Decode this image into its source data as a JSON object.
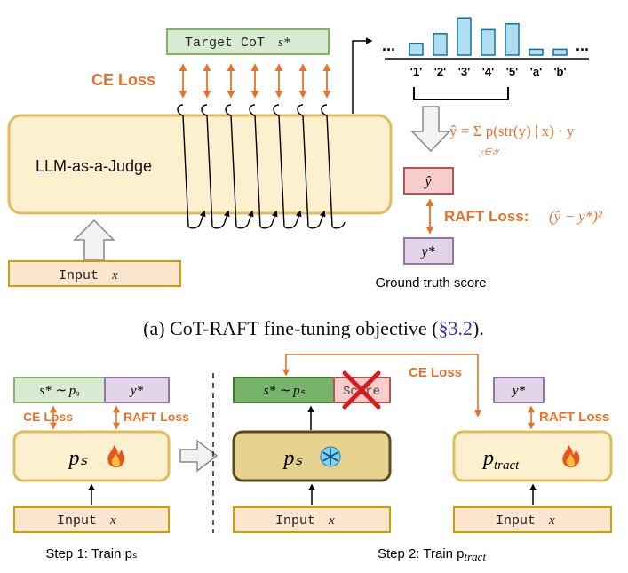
{
  "top": {
    "target_cot_label": "Target CoT",
    "target_cot_symbol": "s*",
    "ce_loss_label": "CE Loss",
    "llm_label": "LLM-as-a-Judge",
    "input_label": "Input",
    "input_symbol": "x",
    "formula": "ŷ = Σ p(str(y) | x) · y",
    "formula_sum_sub": "y∈𝒴",
    "y_hat": "ŷ",
    "raft_loss_label": "RAFT Loss:",
    "raft_loss_formula": "(ŷ − y*)²",
    "y_star": "y*",
    "ground_truth_label": "Ground truth score",
    "caption_prefix": "(a) CoT-RAFT fine-tuning objective (",
    "caption_link": "§3.2",
    "caption_suffix": ")."
  },
  "distribution": {
    "leading_ellipsis": "...",
    "trailing_ellipsis": "...",
    "tokens": [
      "'1'",
      "'2'",
      "'3'",
      "'4'",
      "'5'",
      "'a'",
      "'b'"
    ],
    "probabilities": [
      0.3,
      0.55,
      0.95,
      0.65,
      0.8,
      0.15,
      0.15
    ]
  },
  "bottom": {
    "step1": {
      "cot_label": "s* ∼ pₐ",
      "y_star": "y*",
      "ce_loss_label": "CE Loss",
      "raft_loss_label": "RAFT Loss",
      "model_label": "pₛ",
      "model_icon": "fire-icon",
      "input_label": "Input",
      "input_symbol": "x",
      "caption": "Step 1: Train pₛ"
    },
    "step2": {
      "cot_label": "s* ∼ pₛ",
      "score_label": "Score",
      "ce_loss_label": "CE Loss",
      "frozen_model_label": "pₛ",
      "frozen_icon": "snowflake-icon",
      "input_label": "Input",
      "input_symbol": "x",
      "y_star": "y*",
      "raft_loss_label": "RAFT Loss",
      "tract_model_label": "p",
      "tract_model_sub": "tract",
      "tract_icon": "fire-icon",
      "tract_input_label": "Input",
      "tract_input_symbol": "x",
      "caption_prefix": "Step 2: Train p",
      "caption_sub": "tract"
    }
  },
  "colors": {
    "orange": "#e8722a",
    "llm_fill": "#fdf0cf",
    "llm_stroke": "#e2bb5a",
    "green_fill": "#d9ead3",
    "green_stroke": "#82b366",
    "red_fill": "#f8cecc",
    "red_stroke": "#b85450",
    "purple_fill": "#e1d5e7",
    "purple_stroke": "#9673a6",
    "input_fill": "#fde6cf",
    "input_stroke": "#d79b00",
    "bar_fill": "#b1ddf0",
    "bar_stroke": "#10739e",
    "link_blue": "#3333aa"
  }
}
